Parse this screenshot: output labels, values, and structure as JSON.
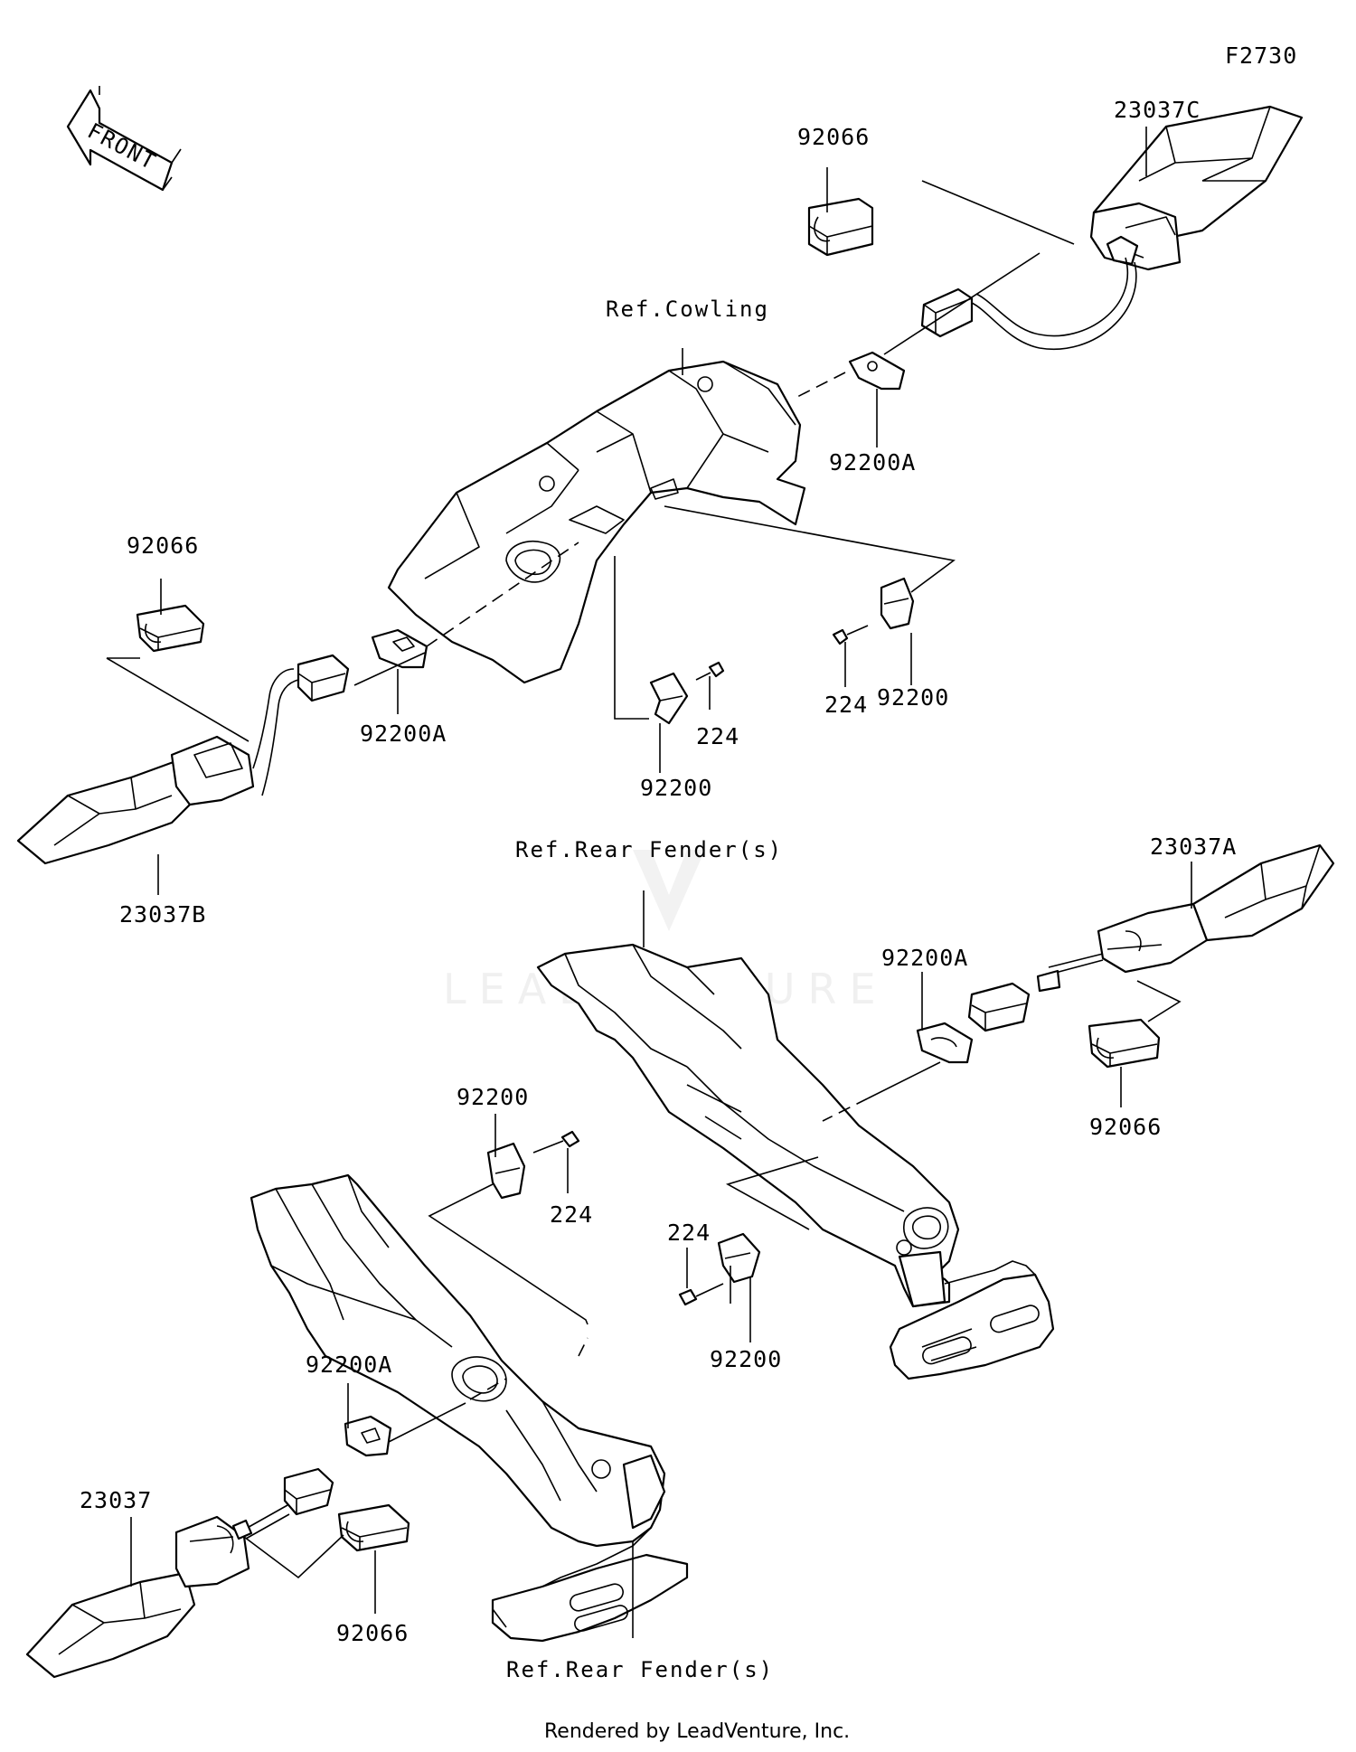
{
  "figure_code": "F2730",
  "front_arrow": "FRONT",
  "watermark": "LEADVENTURE",
  "footer": "Rendered by LeadVenture, Inc.",
  "references": {
    "cowling": "Ref.Cowling",
    "rear_fender_mid": "Ref.Rear Fender(s)",
    "rear_fender_bottom": "Ref.Rear Fender(s)"
  },
  "parts": {
    "p23037C": "23037C",
    "p92066_tr": "92066",
    "p92200A_tr": "92200A",
    "p92066_l": "92066",
    "p92200A_l": "92200A",
    "p23037B": "23037B",
    "p92200_c": "92200",
    "p224_c": "224",
    "p224_r": "224",
    "p92200_r": "92200",
    "p23037A": "23037A",
    "p92200A_r": "92200A",
    "p92066_r": "92066",
    "p92200_ml": "92200",
    "p224_ml": "224",
    "p224_mc": "224",
    "p92200_mc": "92200",
    "p92200A_bl": "92200A",
    "p23037": "23037",
    "p92066_b": "92066"
  }
}
